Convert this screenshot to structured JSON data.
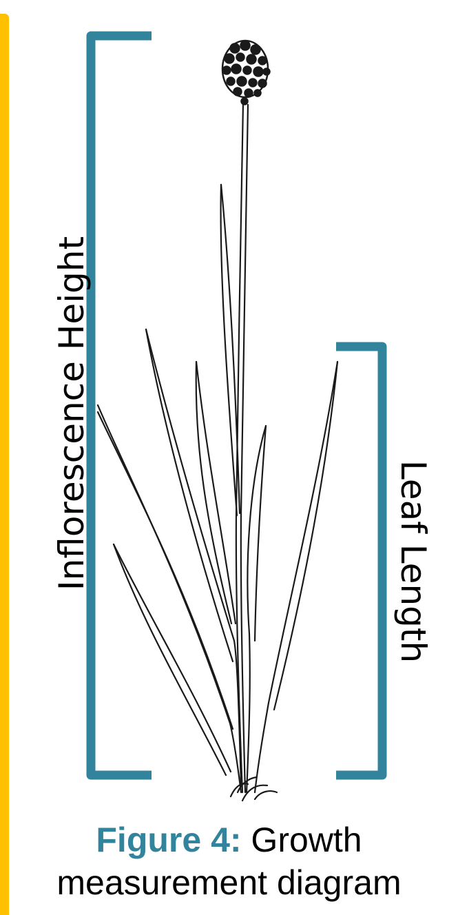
{
  "diagram": {
    "labels": {
      "inflorescence_height": "Inflorescence Height",
      "leaf_length": "Leaf Length"
    },
    "caption": {
      "label": "Figure 4:",
      "text_line1": " Growth",
      "text_line2": "measurement diagram"
    },
    "colors": {
      "bracket": "#31849b",
      "accent_bar": "#ffc000",
      "caption_label": "#31849b",
      "line_art": "#1a1a1a"
    },
    "icons": {
      "plant": "grass-plant-line-drawing",
      "inflorescence": "flower-head-cluster"
    }
  }
}
